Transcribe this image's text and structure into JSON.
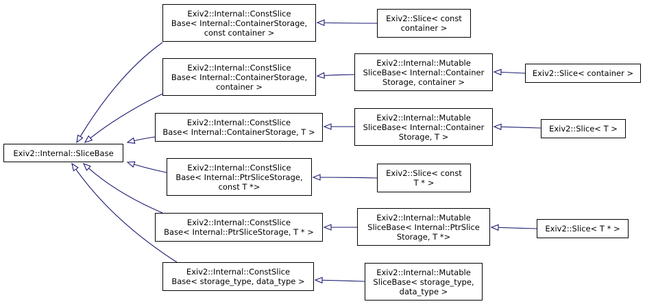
{
  "colors": {
    "edge": "#191970",
    "border": "#000000",
    "background": "#ffffff"
  },
  "nodes": {
    "slicebase": {
      "lines": [
        "Exiv2::Internal::SliceBase"
      ]
    },
    "csb_cs_const": {
      "lines": [
        "Exiv2::Internal::ConstSlice",
        "Base< Internal::ContainerStorage,",
        "const container >"
      ]
    },
    "csb_cs_container": {
      "lines": [
        "Exiv2::Internal::ConstSlice",
        "Base< Internal::ContainerStorage,",
        "container >"
      ]
    },
    "csb_cs_T": {
      "lines": [
        "Exiv2::Internal::ConstSlice",
        "Base< Internal::ContainerStorage, T >"
      ]
    },
    "csb_ps_constT": {
      "lines": [
        "Exiv2::Internal::ConstSlice",
        "Base< Internal::PtrSliceStorage,",
        "const T *>"
      ]
    },
    "csb_ps_T": {
      "lines": [
        "Exiv2::Internal::ConstSlice",
        "Base< Internal::PtrSliceStorage, T * >"
      ]
    },
    "csb_st": {
      "lines": [
        "Exiv2::Internal::ConstSlice",
        "Base< storage_type, data_type >"
      ]
    },
    "msb_cs_container": {
      "lines": [
        "Exiv2::Internal::Mutable",
        "SliceBase< Internal::Container",
        "Storage, container >"
      ]
    },
    "msb_cs_T": {
      "lines": [
        "Exiv2::Internal::Mutable",
        "SliceBase< Internal::Container",
        "Storage, T >"
      ]
    },
    "msb_ps_T": {
      "lines": [
        "Exiv2::Internal::Mutable",
        "SliceBase< Internal::PtrSlice",
        "Storage, T *>"
      ]
    },
    "msb_st": {
      "lines": [
        "Exiv2::Internal::Mutable",
        "SliceBase< storage_type,",
        "data_type >"
      ]
    },
    "slice_const_container": {
      "lines": [
        "Exiv2::Slice< const",
        "container >"
      ]
    },
    "slice_container": {
      "lines": [
        "Exiv2::Slice< container >"
      ]
    },
    "slice_T": {
      "lines": [
        "Exiv2::Slice< T >"
      ]
    },
    "slice_constT": {
      "lines": [
        "Exiv2::Slice< const",
        "T * >"
      ]
    },
    "slice_Tptr": {
      "lines": [
        "Exiv2::Slice< T * >"
      ]
    }
  }
}
